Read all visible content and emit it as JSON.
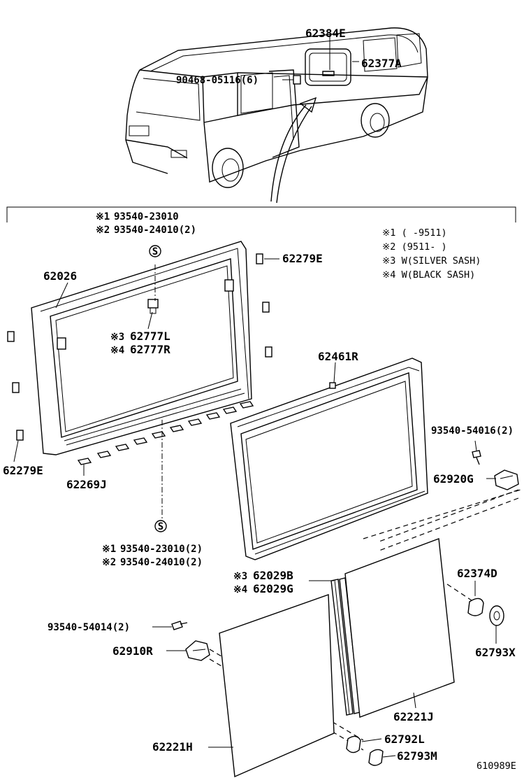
{
  "labels": {
    "p62384E": "62384E",
    "p62377A": "62377A",
    "p90468": "90468-05116(6)",
    "p62026": "62026",
    "p62279E_top": "62279E",
    "p62279E_bottom": "62279E",
    "p62269J": "62269J",
    "p62777L": "62777L",
    "p62777R": "62777R",
    "p62461R": "62461R",
    "p93540_54016": "93540-54016(2)",
    "p62920G": "62920G",
    "p62029B": "62029B",
    "p62029G": "62029G",
    "p62374D": "62374D",
    "p62793X": "62793X",
    "p93540_54014": "93540-54014(2)",
    "p62910R": "62910R",
    "p62221J": "62221J",
    "p62221H": "62221H",
    "p62792L": "62792L",
    "p62793M": "62793M",
    "top_screw_1": "93540-23010",
    "top_screw_2": "93540-24010(2)",
    "bottom_screw_1": "93540-23010(2)",
    "bottom_screw_2": "93540-24010(2)"
  },
  "marks": {
    "m1": "※1",
    "m2": "※2",
    "m3": "※3",
    "m4": "※4",
    "screw_symbol": "S"
  },
  "notes": {
    "n1": "※1 (     -9511)",
    "n2": "※2 (9511-     )",
    "n3": "※3 W(SILVER SASH)",
    "n4": "※4 W(BLACK SASH)"
  },
  "diagram_id": "610989E"
}
